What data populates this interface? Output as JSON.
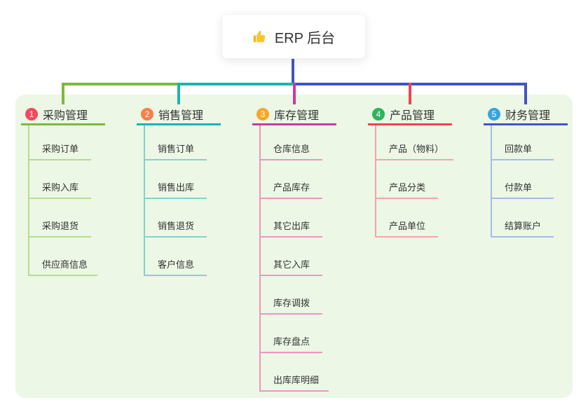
{
  "root": {
    "title": "ERP 后台",
    "icon": "thumbs-up-icon",
    "icon_color": "#f4b513"
  },
  "colors": {
    "background": "#ffffff",
    "panel": "#ecf7e6",
    "root_line": "#4155c4",
    "text": "#333333"
  },
  "branches": [
    {
      "badge": "1",
      "label": "采购管理",
      "badge_color": "#f8485e",
      "line_color": "#7cb93f",
      "sub_line_color": "#b6dc8e",
      "items": [
        "采购订单",
        "采购入库",
        "采购退货",
        "供应商信息"
      ]
    },
    {
      "badge": "2",
      "label": "销售管理",
      "badge_color": "#f97f4b",
      "line_color": "#1db5ad",
      "sub_line_color": "#82d3cd",
      "items": [
        "销售订单",
        "销售出库",
        "销售退货",
        "客户信息"
      ]
    },
    {
      "badge": "3",
      "label": "库存管理",
      "badge_color": "#f9a825",
      "line_color": "#cb3a9e",
      "sub_line_color": "#f193c3",
      "items": [
        "仓库信息",
        "产品库存",
        "其它出库",
        "其它入库",
        "库存调拨",
        "库存盘点",
        "出库库明细"
      ]
    },
    {
      "badge": "4",
      "label": "产品管理",
      "badge_color": "#2fb35b",
      "line_color": "#ef4352",
      "sub_line_color": "#f8a3a8",
      "items": [
        "产品（物料）",
        "产品分类",
        "产品单位"
      ]
    },
    {
      "badge": "5",
      "label": "财务管理",
      "badge_color": "#38a4dc",
      "line_color": "#4155c4",
      "sub_line_color": "#a5bbe8",
      "items": [
        "回款单",
        "付款单",
        "结算账户"
      ]
    }
  ]
}
